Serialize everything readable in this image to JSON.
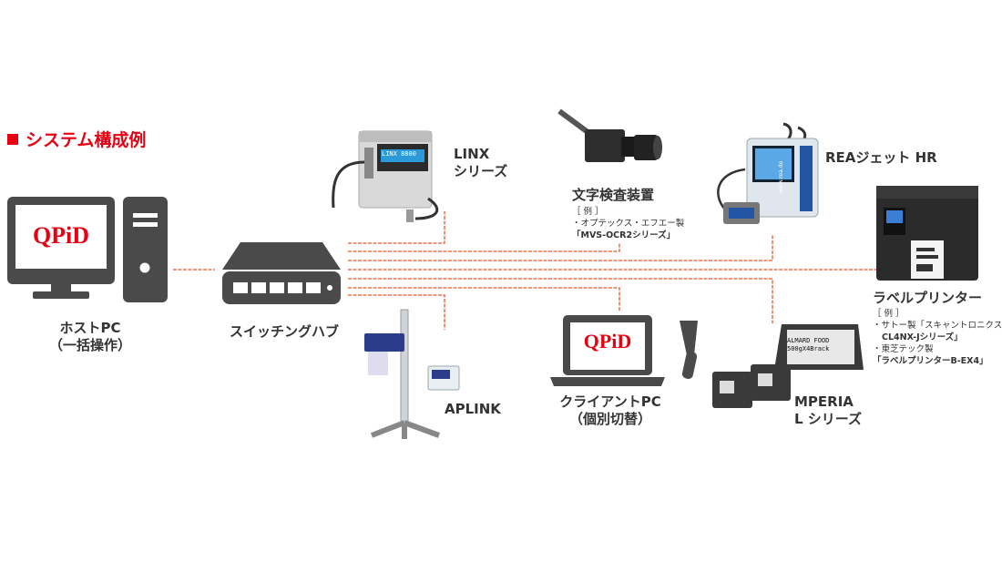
{
  "title": "システム構成例",
  "colors": {
    "accent": "#e60012",
    "wire": "#e8542a",
    "device_dark": "#4a4a4a"
  },
  "logo": {
    "text": "QPiD"
  },
  "nodes": {
    "host_pc": {
      "label_lines": [
        "ホストPC",
        "（一括操作）"
      ]
    },
    "switching_hub": {
      "label": "スイッチングハブ"
    },
    "linx": {
      "label_lines": [
        "LINX",
        "シリーズ"
      ],
      "screen_text": "LINX 8800"
    },
    "inspection": {
      "label": "文字検査装置",
      "note_lines": [
        "［ 例 ］",
        "・オプテックス・エフエー製",
        "「MVS-OCR2シリーズ」"
      ]
    },
    "rea": {
      "label": "REAジェット HR",
      "side_text": "www.rea.de"
    },
    "label_printer": {
      "label": "ラベルプリンター",
      "note_lines": [
        "［ 例 ］",
        "・サトー製「スキャントロニクス",
        "CL4NX-Jシリーズ」",
        "・東芝テック製",
        "「ラベルプリンターB-EX4」"
      ]
    },
    "aplink": {
      "label": "APLINK"
    },
    "client_pc": {
      "label_lines": [
        "クライアントPC",
        "（個別切替）"
      ]
    },
    "mperia": {
      "label_lines": [
        "MPERIA",
        "L シリーズ"
      ],
      "screen_lines": [
        "ALMARD FOOD",
        "500gX4Brack"
      ]
    }
  }
}
